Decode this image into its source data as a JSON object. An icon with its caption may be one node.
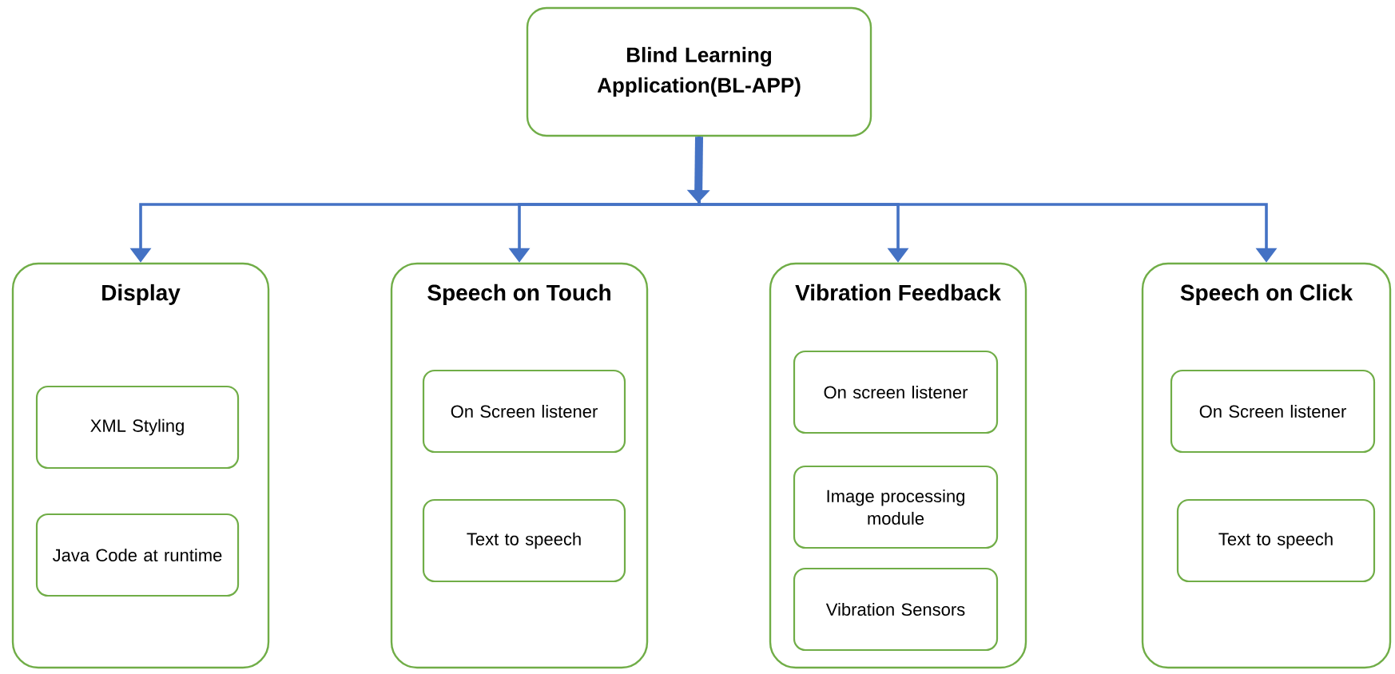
{
  "diagram": {
    "nodes": [
      {
        "text": [
          "Blind Learning Application(BL-APP)"
        ]
      },
      {
        "text": [
          "Display"
        ]
      },
      {
        "text": [
          "XML Styling"
        ],
        "in": 1
      },
      {
        "text": [
          "Java Code at runtime"
        ],
        "in": 1
      },
      {
        "text": [
          "Speech on Touch"
        ]
      },
      {
        "text": [
          "On Screen listener"
        ],
        "in": 4
      },
      {
        "text": [
          "Text to speech"
        ],
        "in": 4
      },
      {
        "text": [
          "Vibration Feedback"
        ]
      },
      {
        "text": [
          "On screen listener"
        ],
        "in": 7
      },
      {
        "text": [
          "Image processing module"
        ],
        "in": 7
      },
      {
        "text": [
          "Vibration Sensors"
        ],
        "in": 7
      },
      {
        "text": [
          "Speech on Click"
        ]
      },
      {
        "text": [
          "On Screen listener"
        ],
        "in": 11
      },
      {
        "text": [
          "Text to speech"
        ],
        "in": 11
      }
    ],
    "edges": [
      {
        "from": 0,
        "to": 1,
        "arrow": "to"
      },
      {
        "from": 0,
        "to": 4,
        "arrow": "to"
      },
      {
        "from": 0,
        "to": 7,
        "arrow": "to"
      },
      {
        "from": 0,
        "to": 11,
        "arrow": "to"
      }
    ]
  }
}
